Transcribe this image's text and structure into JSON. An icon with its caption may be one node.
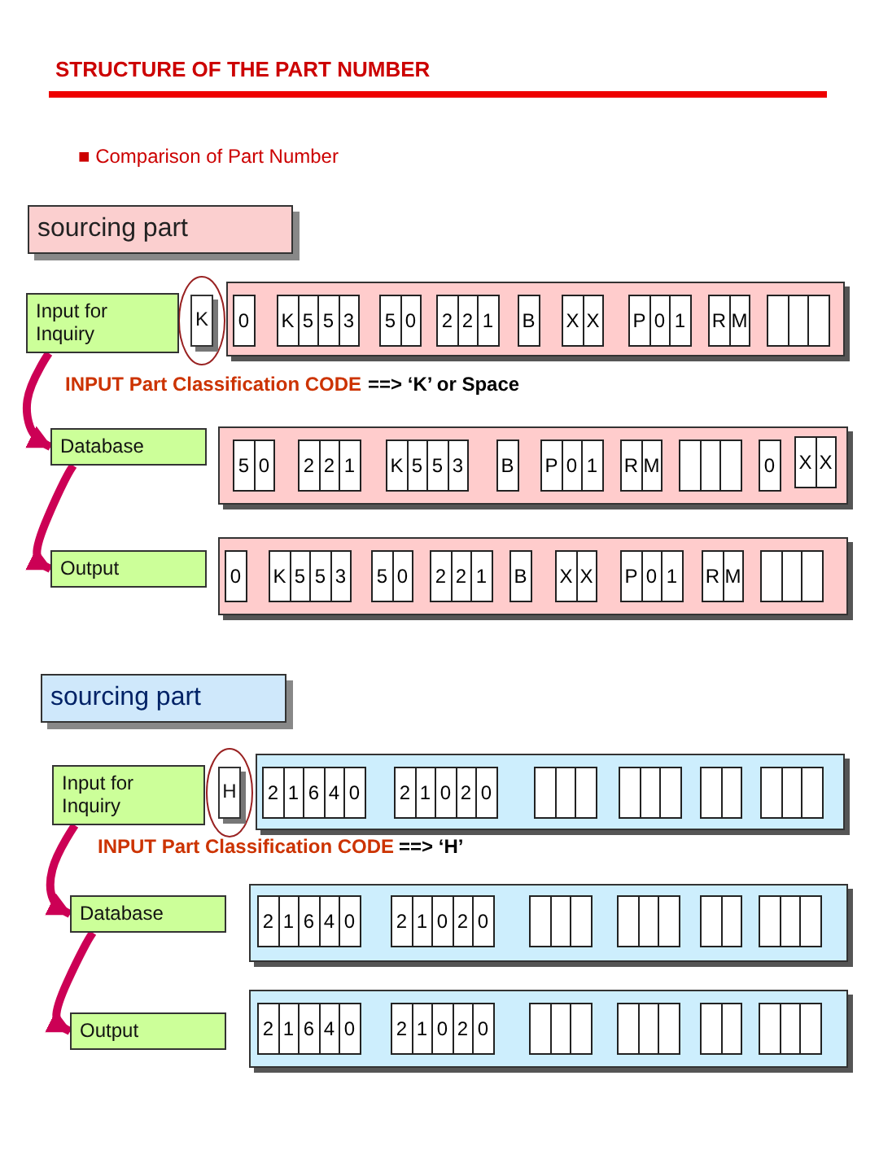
{
  "diagram": {
    "title": "STRUCTURE OF THE PART NUMBER",
    "nodes": [
      {
        "text": [
          "sourcing part"
        ]
      },
      {
        "text": [
          "Input for Inquiry"
        ]
      },
      {
        "text": [
          "K"
        ]
      },
      {
        "text": [],
        "shape": "bar"
      },
      {
        "text": [
          "0"
        ],
        "in": 3
      },
      {
        "text": [
          "K",
          "5",
          "5",
          "3"
        ],
        "in": 3
      },
      {
        "text": [
          "5",
          "0"
        ],
        "in": 3
      },
      {
        "text": [
          "2",
          "2",
          "1"
        ],
        "in": 3
      },
      {
        "text": [
          "B"
        ],
        "in": 3
      },
      {
        "text": [
          "X",
          "X"
        ],
        "in": 3
      },
      {
        "text": [
          "P",
          "0",
          "1"
        ],
        "in": 3
      },
      {
        "text": [
          "R",
          "M"
        ],
        "in": 3
      },
      {
        "text": [],
        "shape": "box",
        "in": 3
      },
      {
        "text": [
          "Database"
        ]
      },
      {
        "text": [],
        "shape": "bar"
      },
      {
        "text": [
          "5",
          "0"
        ],
        "in": 14
      },
      {
        "text": [
          "2",
          "2",
          "1"
        ],
        "in": 14
      },
      {
        "text": [
          "K",
          "5",
          "5",
          "3"
        ],
        "in": 14
      },
      {
        "text": [
          "B"
        ],
        "in": 14
      },
      {
        "text": [
          "P",
          "0",
          "1"
        ],
        "in": 14
      },
      {
        "text": [
          "R",
          "M"
        ],
        "in": 14
      },
      {
        "text": [],
        "shape": "box",
        "in": 14
      },
      {
        "text": [
          "0"
        ],
        "in": 14
      },
      {
        "text": [
          "X",
          "X"
        ],
        "in": 14
      },
      {
        "text": [
          "Output"
        ]
      },
      {
        "text": [],
        "shape": "bar"
      },
      {
        "text": [
          "0"
        ],
        "in": 25
      },
      {
        "text": [
          "K",
          "5",
          "5",
          "3"
        ],
        "in": 25
      },
      {
        "text": [
          "5",
          "0"
        ],
        "in": 25
      },
      {
        "text": [
          "2",
          "2",
          "1"
        ],
        "in": 25
      },
      {
        "text": [
          "B"
        ],
        "in": 25
      },
      {
        "text": [
          "X",
          "X"
        ],
        "in": 25
      },
      {
        "text": [
          "P",
          "0",
          "1"
        ],
        "in": 25
      },
      {
        "text": [
          "R",
          "M"
        ],
        "in": 25
      },
      {
        "text": [],
        "shape": "box",
        "in": 25
      },
      {
        "text": [
          "sourcing part"
        ]
      },
      {
        "text": [
          "Input for Inquiry"
        ]
      },
      {
        "text": [
          "H"
        ]
      },
      {
        "text": [],
        "shape": "bar"
      },
      {
        "text": [
          "2",
          "1",
          "6",
          "4",
          "0"
        ],
        "in": 38
      },
      {
        "text": [
          "2",
          "1",
          "0",
          "2",
          "0"
        ],
        "in": 38
      },
      {
        "text": [],
        "shape": "box",
        "in": 38
      },
      {
        "text": [],
        "shape": "box",
        "in": 38
      },
      {
        "text": [],
        "shape": "box",
        "in": 38
      },
      {
        "text": [],
        "shape": "box",
        "in": 38
      },
      {
        "text": [
          "Database"
        ]
      },
      {
        "text": [],
        "shape": "bar"
      },
      {
        "text": [
          "2",
          "1",
          "6",
          "4",
          "0"
        ],
        "in": 46
      },
      {
        "text": [
          "2",
          "1",
          "0",
          "2",
          "0"
        ],
        "in": 46
      },
      {
        "text": [],
        "shape": "box",
        "in": 46
      },
      {
        "text": [],
        "shape": "box",
        "in": 46
      },
      {
        "text": [],
        "shape": "box",
        "in": 46
      },
      {
        "text": [],
        "shape": "box",
        "in": 46
      },
      {
        "text": [
          "Output"
        ]
      },
      {
        "text": [],
        "shape": "bar"
      },
      {
        "text": [
          "2",
          "1",
          "6",
          "4",
          "0"
        ],
        "in": 54
      },
      {
        "text": [
          "2",
          "1",
          "0",
          "2",
          "0"
        ],
        "in": 54
      },
      {
        "text": [],
        "shape": "box",
        "in": 54
      },
      {
        "text": [],
        "shape": "box",
        "in": 54
      },
      {
        "text": [],
        "shape": "box",
        "in": 54
      },
      {
        "text": [],
        "shape": "box",
        "in": 54
      }
    ],
    "edges": [
      {
        "from": 1,
        "to": 13,
        "arrow": "to"
      },
      {
        "from": 13,
        "to": 24,
        "arrow": "to"
      },
      {
        "from": 36,
        "to": 45,
        "arrow": "to"
      },
      {
        "from": 45,
        "to": 53,
        "arrow": "to"
      }
    ],
    "labels": [
      "■ Comparison of Part Number",
      "INPUT Part Classification CODE",
      "==> ‘K’ or Space",
      "INPUT Part Classification CODE",
      "==> ‘H’"
    ]
  }
}
